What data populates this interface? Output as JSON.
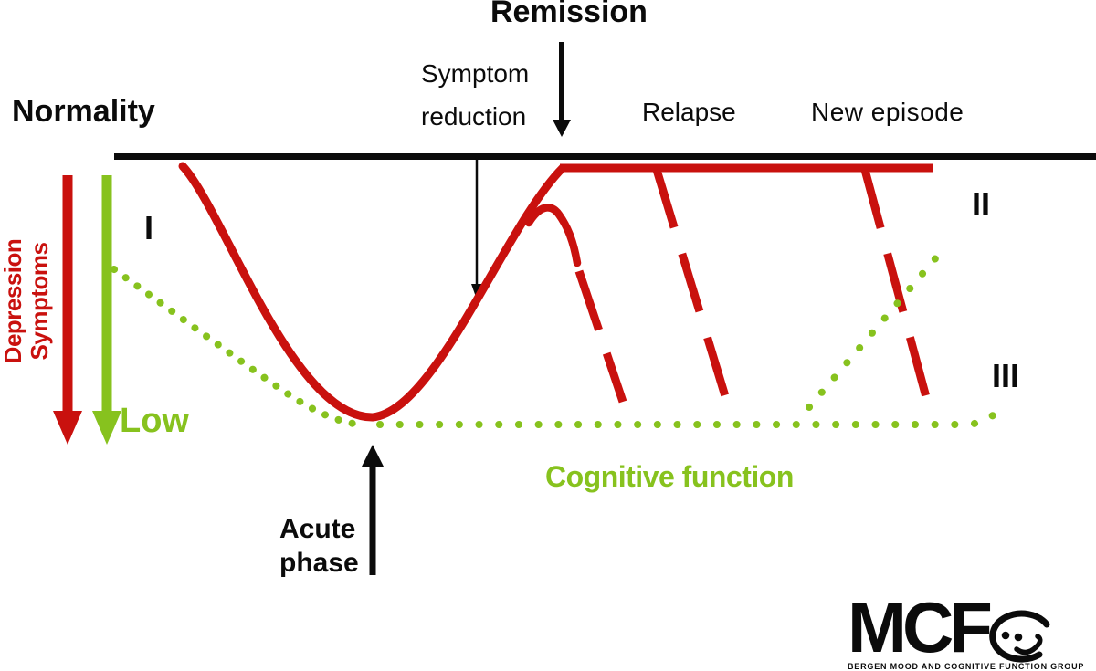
{
  "colors": {
    "red": "#c9110e",
    "green": "#87c21e",
    "black": "#0b0b0b"
  },
  "labels": {
    "normality": "Normality",
    "remission": "Remission",
    "symptom_reduction": [
      "Symptom",
      "reduction"
    ],
    "relapse": "Relapse",
    "new_episode": "New episode",
    "acute_phase": [
      "Acute",
      "phase"
    ],
    "low": "Low",
    "cognitive_function": "Cognitive function",
    "depression_axis": [
      "Depression",
      "Symptoms"
    ],
    "outcome_I": "I",
    "outcome_II": "II",
    "outcome_III": "III"
  },
  "curves": {
    "depression_symptoms": {
      "label": "Depression Symptoms",
      "color": "#c9110e",
      "style": "solid curve; dashed relapse / new-episode branches"
    },
    "cognitive_function": {
      "label": "Cognitive function",
      "color": "#87c21e",
      "style": "dotted"
    }
  },
  "logo": {
    "text": "MCF",
    "caption": "BERGEN MOOD AND COGNITIVE FUNCTION GROUP"
  }
}
